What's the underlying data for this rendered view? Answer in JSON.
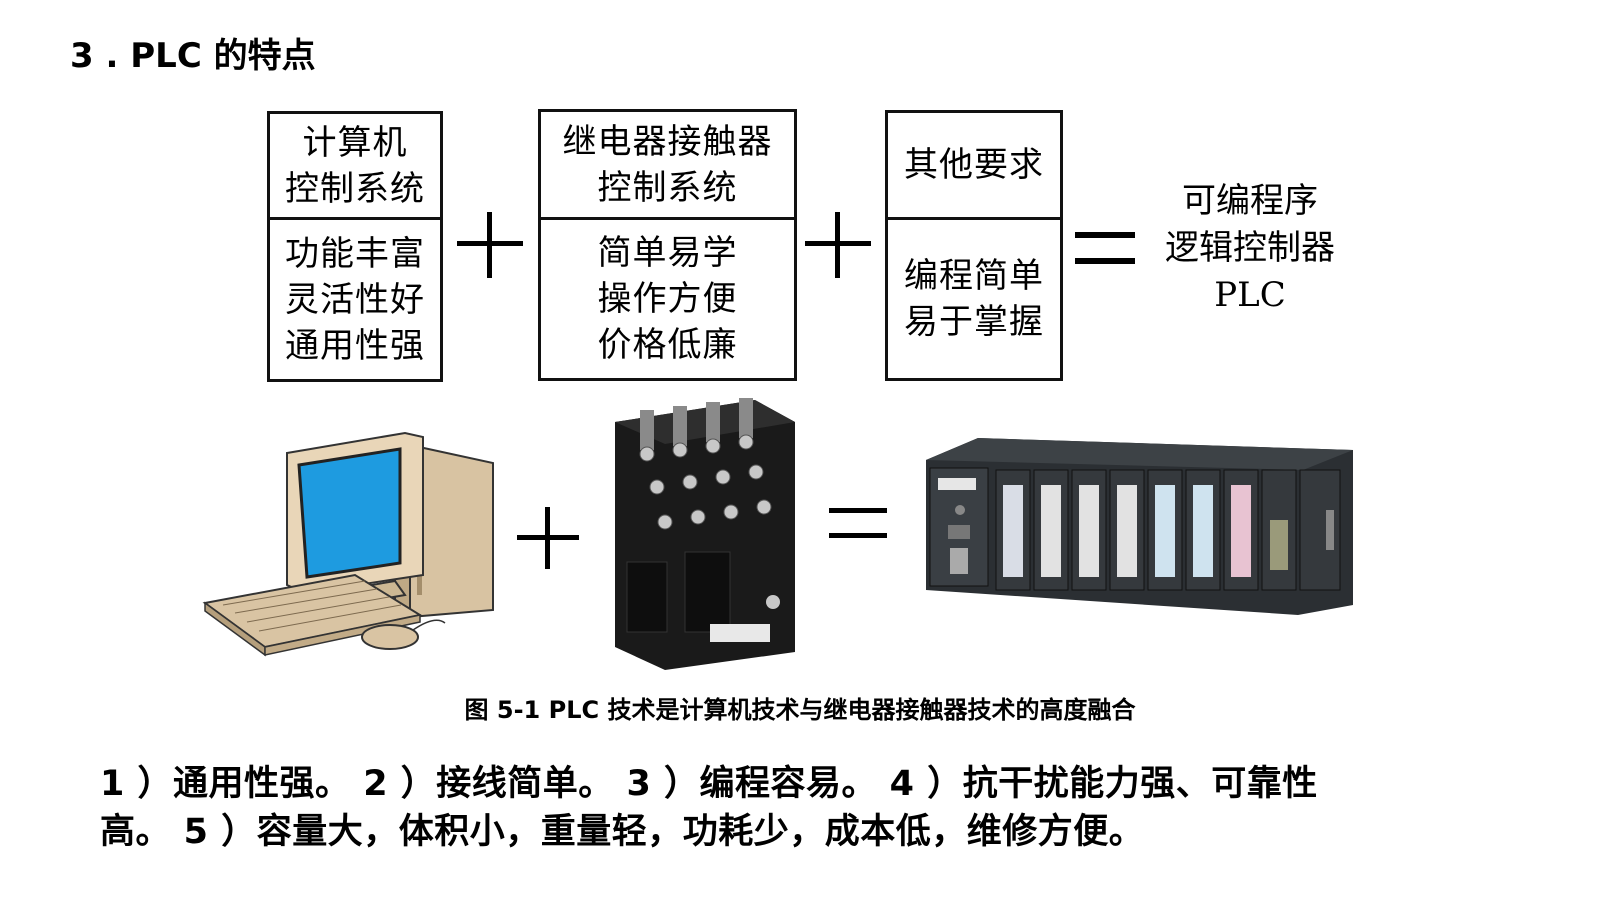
{
  "heading": "3 .  PLC 的特点",
  "boxes": [
    {
      "title_lines": [
        "计算机",
        "控制系统"
      ],
      "features": [
        "功能丰富",
        "灵活性好",
        "通用性强"
      ]
    },
    {
      "title_lines": [
        "继电器接触器",
        "控制系统"
      ],
      "features": [
        "简单易学",
        "操作方便",
        "价格低廉"
      ]
    },
    {
      "title_lines": [
        "其他要求"
      ],
      "features": [
        "编程简单",
        "易于掌握"
      ]
    }
  ],
  "result_lines": [
    "可编程序",
    "逻辑控制器",
    "PLC"
  ],
  "caption": "图 5-1   PLC 技术是计算机技术与继电器接触器技术的高度融合",
  "features_text": {
    "line1": "1 ）通用性强。 2 ）接线简单。 3 ）编程容易。 4 ）抗干扰能力强、可靠性",
    "line2": "高。 5 ）容量大，体积小，重量轻，功耗少，成本低，维修方便。"
  },
  "colors": {
    "screen": "#1e9be0",
    "computer_body": "#e9d6b8",
    "relay_body": "#1a1a1a",
    "plc_body": "#2b2f33"
  }
}
